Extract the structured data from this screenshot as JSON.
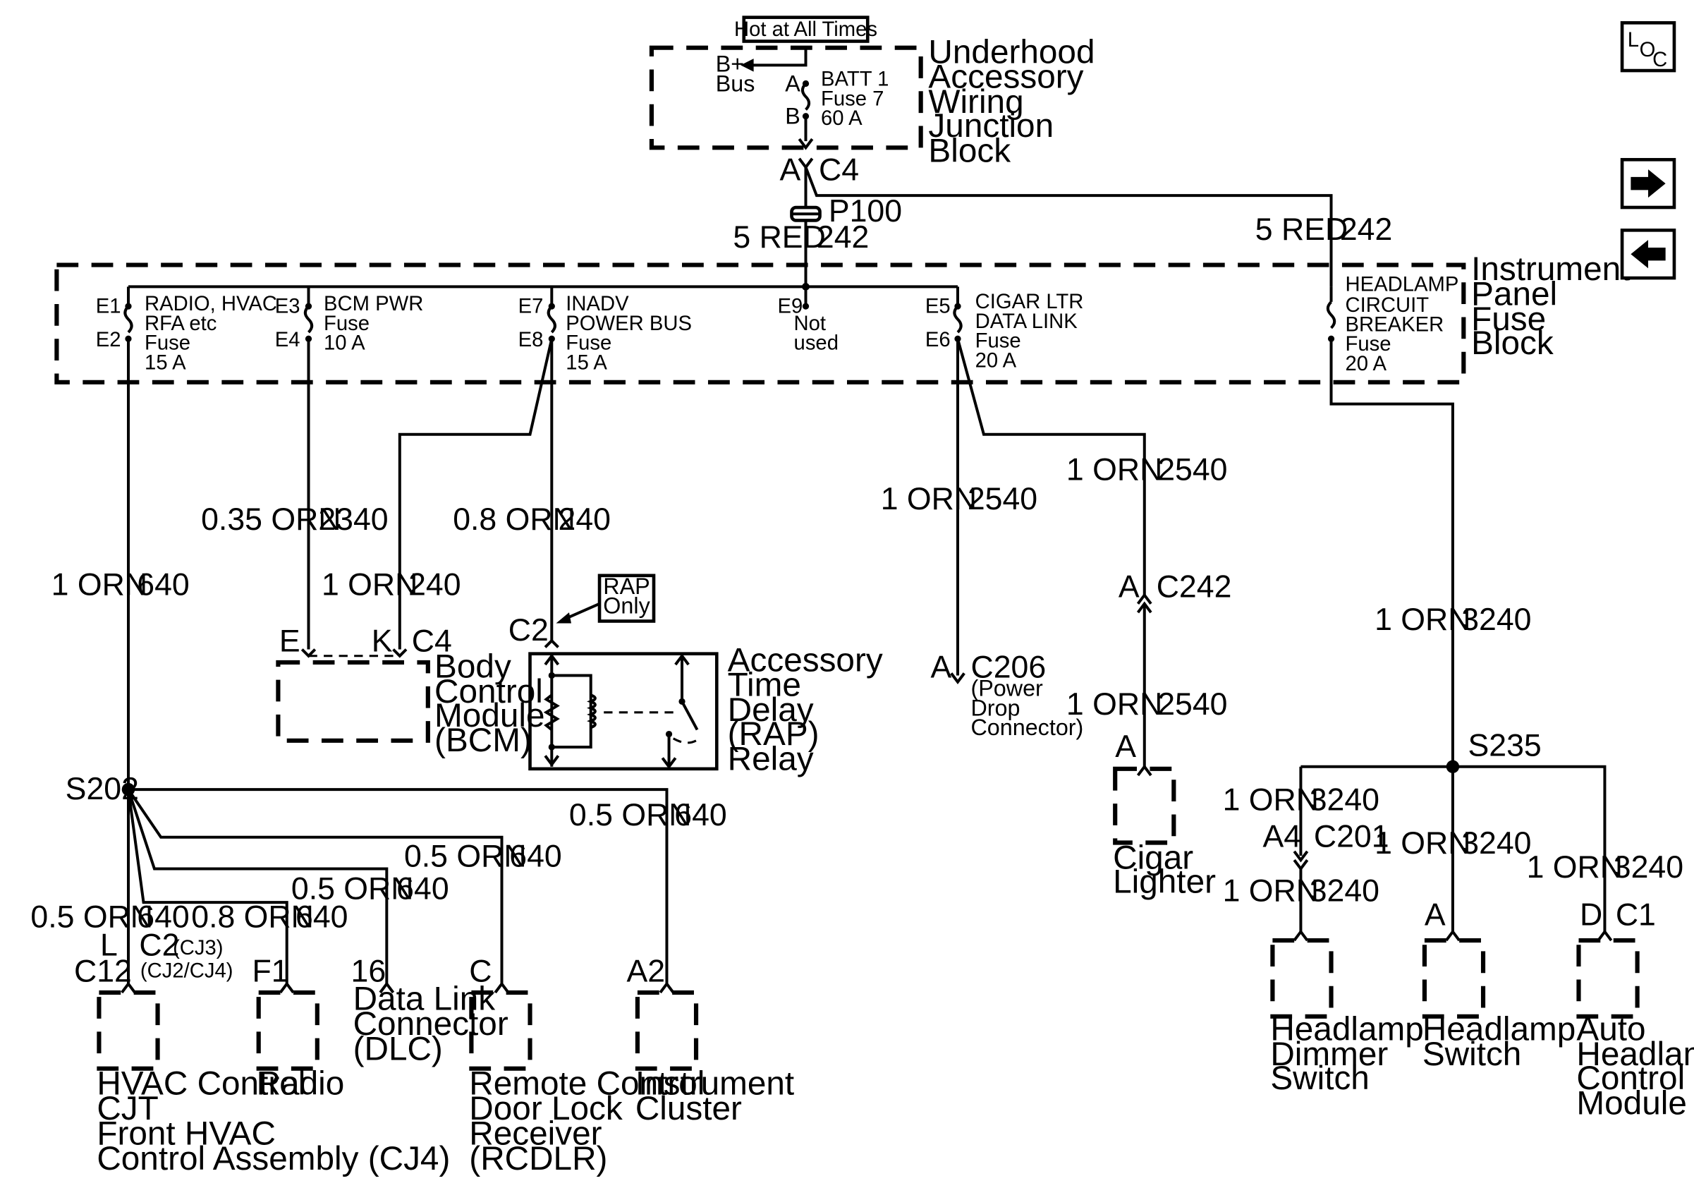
{
  "header": {
    "hot_at_all_times": "Hot at All Times"
  },
  "nav": {
    "loc_icon": "loc-icon",
    "next_icon": "arrow-right-icon",
    "prev_icon": "arrow-left-icon"
  },
  "underhood": {
    "title": [
      "Underhood",
      "Accessory",
      "Wiring",
      "Junction",
      "Block"
    ],
    "bplus": [
      "B+",
      "Bus"
    ],
    "pin_a": "A",
    "pin_b": "B",
    "fuse": [
      "BATT 1",
      "Fuse 7",
      "60 A"
    ]
  },
  "trunk": {
    "conn_pin": "A",
    "conn": "C4",
    "splice": "P100",
    "wire_left": "5 RED",
    "circuit_left": "242",
    "wire_right": "5 RED",
    "circuit_right": "242"
  },
  "ipfb": {
    "title": [
      "Instrument",
      "Panel",
      "Fuse",
      "Block"
    ],
    "fuses": [
      {
        "pin_top": "E1",
        "pin_bottom": "E2",
        "text": [
          "RADIO, HVAC",
          "RFA etc",
          "Fuse",
          "15 A"
        ]
      },
      {
        "pin_top": "E3",
        "pin_bottom": "E4",
        "text": [
          "BCM PWR",
          "Fuse",
          "10 A"
        ]
      },
      {
        "pin_top": "E7",
        "pin_bottom": "E8",
        "text": [
          "INADV",
          "POWER BUS",
          "Fuse",
          "15 A"
        ]
      },
      {
        "pin_top": "E9",
        "pin_bottom": "",
        "text": [
          "Not",
          "used"
        ]
      },
      {
        "pin_top": "E5",
        "pin_bottom": "E6",
        "text": [
          "CIGAR LTR",
          "DATA LINK",
          "Fuse",
          "20 A"
        ]
      },
      {
        "pin_top": "",
        "pin_bottom": "",
        "text": [
          "HEADLAMP",
          "CIRCUIT",
          "BREAKER",
          "Fuse",
          "20 A"
        ]
      }
    ]
  },
  "wires": {
    "w640_main": [
      "1 ORN",
      "640"
    ],
    "w2340": [
      "0.35 ORN",
      "2340"
    ],
    "w240_bcm": [
      "1 ORN",
      "240"
    ],
    "w240_rap": [
      "0.8 ORN",
      "240"
    ],
    "w2540_c206": [
      "1 ORN",
      "2540"
    ],
    "w2540_top": [
      "1 ORN",
      "2540"
    ],
    "w2540_bot": [
      "1 ORN",
      "2540"
    ],
    "w3240_main": [
      "1 ORN",
      "3240"
    ],
    "w640_ic": [
      "0.5 ORN",
      "640"
    ],
    "w640_rcdlr": [
      "0.5 ORN",
      "640"
    ],
    "w640_dlc": [
      "0.5 ORN",
      "640"
    ],
    "w640_radio": [
      "0.8 ORN",
      "640"
    ],
    "w640_hvac_a": [
      "0.5 ORN",
      "640"
    ],
    "w3240_dim_a": [
      "1 ORN",
      "3240"
    ],
    "w3240_dim_b": [
      "1 ORN",
      "3240"
    ],
    "w3240_hs": [
      "1 ORN",
      "3240"
    ],
    "w3240_ahcm": [
      "1 ORN",
      "3240"
    ]
  },
  "bcm": {
    "pin_e": "E",
    "pin_k": "K",
    "conn": "C4",
    "name": [
      "Body",
      "Control",
      "Module",
      "(BCM)"
    ]
  },
  "rap": {
    "note": [
      "RAP",
      "Only"
    ],
    "conn": "C2",
    "name": [
      "Accessory",
      "Time",
      "Delay",
      "(RAP)",
      "Relay"
    ]
  },
  "c206": {
    "pin": "A",
    "conn": "C206",
    "name": [
      "(Power",
      "Drop",
      "Connector)"
    ]
  },
  "cigar": {
    "conn_pin": "A",
    "conn": "C242",
    "pin": "A",
    "name": [
      "Cigar",
      "Lighter"
    ]
  },
  "splices": {
    "s202": "S202",
    "s235": "S235"
  },
  "hvac": {
    "pin": "L",
    "conn": "C12",
    "conn2": "C2",
    "conn2_note": "(CJ3)",
    "conn3_note": "(CJ2/CJ4)",
    "name": [
      "HVAC Control",
      "CJT",
      "Front HVAC",
      "Control Assembly (CJ4)"
    ]
  },
  "radio": {
    "pin": "F1",
    "name": [
      "Radio"
    ]
  },
  "dlc": {
    "pin": "16",
    "name": [
      "Data Link",
      "Connector",
      "(DLC)"
    ]
  },
  "rcdlr": {
    "pin": "C",
    "name": [
      "Remote Control",
      "Door Lock",
      "Receiver",
      "(RCDLR)"
    ]
  },
  "ic": {
    "pin": "A2",
    "name": [
      "Instrument",
      "Cluster"
    ]
  },
  "dimmer": {
    "pin": "A4",
    "conn": "C201",
    "name": [
      "Headlamp",
      "Dimmer",
      "Switch"
    ]
  },
  "hlswitch": {
    "pin": "A",
    "name": [
      "Headlamp",
      "Switch"
    ]
  },
  "ahcm": {
    "pin": "D",
    "conn": "C1",
    "name": [
      "Auto",
      "Headlamp",
      "Control",
      "Module"
    ]
  }
}
